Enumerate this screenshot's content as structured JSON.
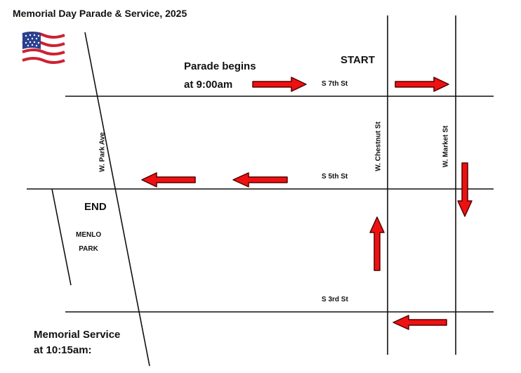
{
  "title": "Memorial Day Parade & Service, 2025",
  "parade_start": {
    "line1": "Parade begins",
    "line2": "at 9:00am"
  },
  "start_label": "START",
  "end_label": "END",
  "area_label": {
    "line1": "MENLO",
    "line2": "PARK"
  },
  "service": {
    "line1": "Memorial Service",
    "line2": "at 10:15am:"
  },
  "streets": {
    "s7th": "S 7th St",
    "s5th": "S 5th St",
    "s3rd": "S 3rd St",
    "chestnut": "W. Chestnut St",
    "market": "W. Market St",
    "park": "W. Park Ave"
  },
  "colors": {
    "arrow_fill": "#ee1111",
    "arrow_stroke": "#550000",
    "road": "#111111",
    "flag_red": "#cc2233",
    "flag_blue": "#2b3f8f"
  },
  "icons": {
    "flag": "us-flag-icon",
    "route_arrow": "route-arrow-icon"
  }
}
